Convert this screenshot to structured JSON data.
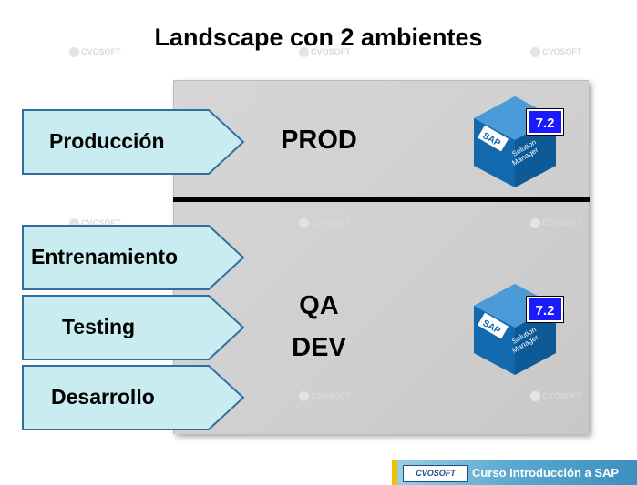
{
  "title": "Landscape con 2 ambientes",
  "watermark_text": "CVOSOFT",
  "environments": {
    "prod_label": "PROD",
    "qa_label": "QA",
    "dev_label": "DEV"
  },
  "arrows": [
    {
      "label": "Producción"
    },
    {
      "label": "Entrenamiento"
    },
    {
      "label": "Testing"
    },
    {
      "label": "Desarrollo"
    }
  ],
  "sap_icons": [
    {
      "icon": "sap-solution-manager-icon",
      "version": "7.2"
    },
    {
      "icon": "sap-solution-manager-icon",
      "version": "7.2"
    }
  ],
  "footer": {
    "logo": "CVOSOFT",
    "course": "Curso Introducción a SAP"
  },
  "colors": {
    "arrow_fill": "#c9ecf0",
    "arrow_stroke": "#2f6f9f",
    "panel": "#d3d3d3",
    "sap_blue": "#1269ad",
    "badge": "#1a1aff"
  }
}
